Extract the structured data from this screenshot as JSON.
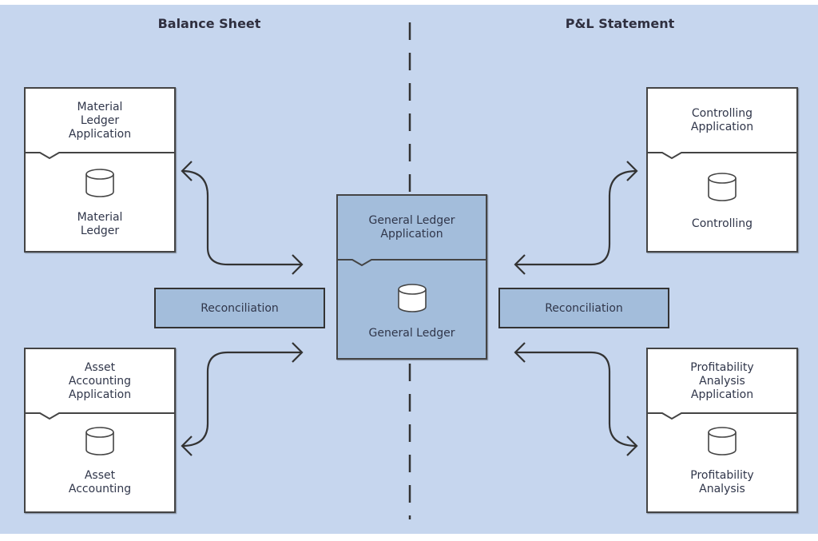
{
  "headings": {
    "left": "Balance Sheet",
    "right": "P&L Statement"
  },
  "nodes": {
    "material_ledger": {
      "application": "Material\nLedger\nApplication",
      "database": "Material\nLedger"
    },
    "asset_accounting": {
      "application": "Asset\nAccounting\nApplication",
      "database": "Asset\nAccounting"
    },
    "general_ledger": {
      "application": "General Ledger\nApplication",
      "database": "General Ledger"
    },
    "controlling": {
      "application": "Controlling\nApplication",
      "database": "Controlling"
    },
    "profitability_analysis": {
      "application": "Profitability\nAnalysis\nApplication",
      "database": "Profitability\nAnalysis"
    }
  },
  "reconciliation": {
    "left": "Reconciliation",
    "right": "Reconciliation"
  },
  "colors": {
    "background": "#c6d6ee",
    "highlight_box": "#a3bddb",
    "box": "#ffffff",
    "stroke": "#444444",
    "text": "#30364a"
  }
}
